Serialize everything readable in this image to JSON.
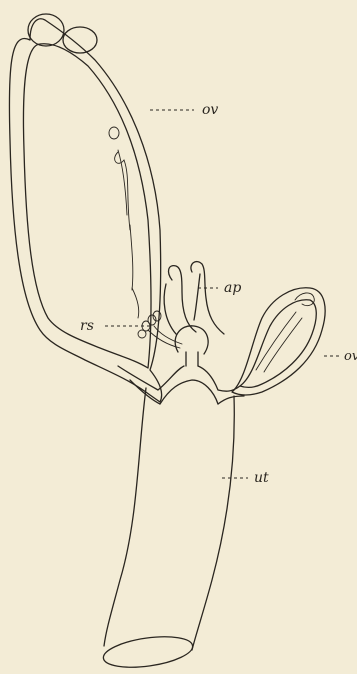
{
  "figure": {
    "labels": {
      "ov_top": "ov",
      "ap": "ap",
      "rs": "rs",
      "ov_right": "ov",
      "ut": "ut"
    }
  }
}
